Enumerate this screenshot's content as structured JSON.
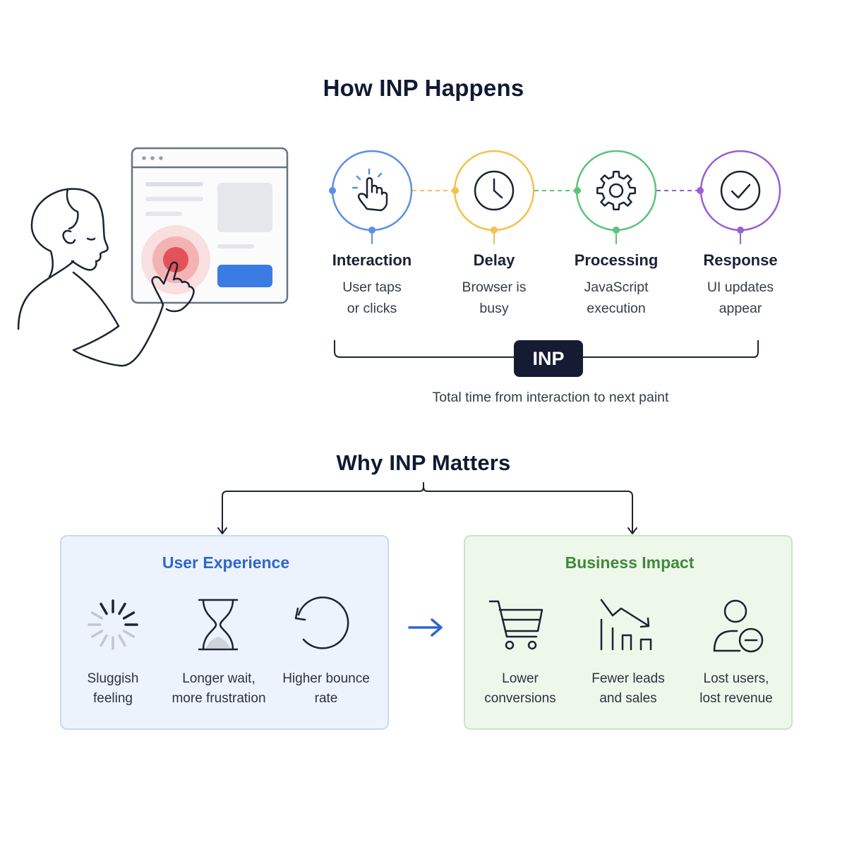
{
  "how": {
    "title": "How INP Happens",
    "steps": [
      {
        "title": "Interaction",
        "line1": "User taps",
        "line2": "or clicks",
        "icon": "pointer-tap-icon",
        "color": "#5b8fe6"
      },
      {
        "title": "Delay",
        "line1": "Browser is",
        "line2": "busy",
        "icon": "clock-icon",
        "color": "#f2c24a"
      },
      {
        "title": "Processing",
        "line1": "JavaScript",
        "line2": "execution",
        "icon": "gear-icon",
        "color": "#5cc47a"
      },
      {
        "title": "Response",
        "line1": "UI updates",
        "line2": "appear",
        "icon": "checkmark-icon",
        "color": "#9a5fd0"
      }
    ],
    "inp_label": "INP",
    "caption": "Total time from interaction to next paint"
  },
  "why": {
    "title": "Why INP Matters",
    "ux": {
      "title": "User Experience",
      "color": "#2f67c9",
      "items": [
        {
          "line1": "Sluggish",
          "line2": "feeling",
          "icon": "loading-spinner-icon"
        },
        {
          "line1": "Longer wait,",
          "line2": "more frustration",
          "icon": "hourglass-icon"
        },
        {
          "line1": "Higher bounce",
          "line2": "rate",
          "icon": "refresh-arrow-icon"
        }
      ]
    },
    "business": {
      "title": "Business Impact",
      "color": "#3f8a3a",
      "items": [
        {
          "line1": "Lower",
          "line2": "conversions",
          "icon": "shopping-cart-icon"
        },
        {
          "line1": "Fewer leads",
          "line2": "and sales",
          "icon": "declining-chart-icon"
        },
        {
          "line1": "Lost users,",
          "line2": "lost revenue",
          "icon": "user-minus-icon"
        }
      ]
    }
  }
}
